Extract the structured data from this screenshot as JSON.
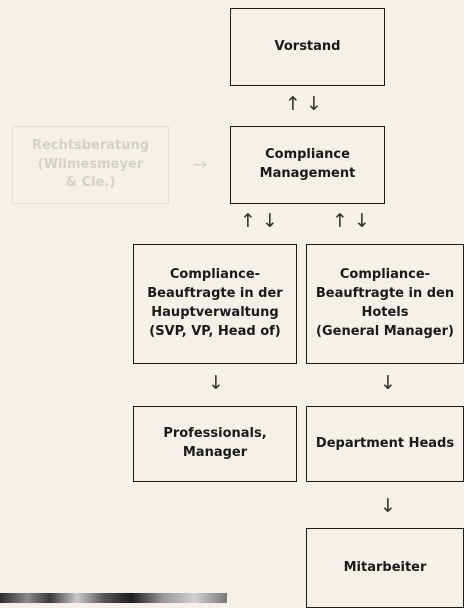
{
  "diagram": {
    "nodes": {
      "vorstand": "Vorstand",
      "compliance_management": "Compliance\nManagement",
      "rechtsberatung": "Rechtsberatung\n(Wilmesmeyer\n& Cie.)",
      "beauftragte_hauptverwaltung": "Compliance-\nBeauftragte in der\nHauptverwaltung\n(SVP, VP, Head of)",
      "beauftragte_hotels": "Compliance-\nBeauftragte in den\nHotels\n(General Manager)",
      "professionals_manager": "Professionals,\nManager",
      "department_heads": "Department Heads",
      "mitarbeiter": "Mitarbeiter"
    },
    "arrows": {
      "up": "↑",
      "down": "↓",
      "right": "→"
    }
  }
}
